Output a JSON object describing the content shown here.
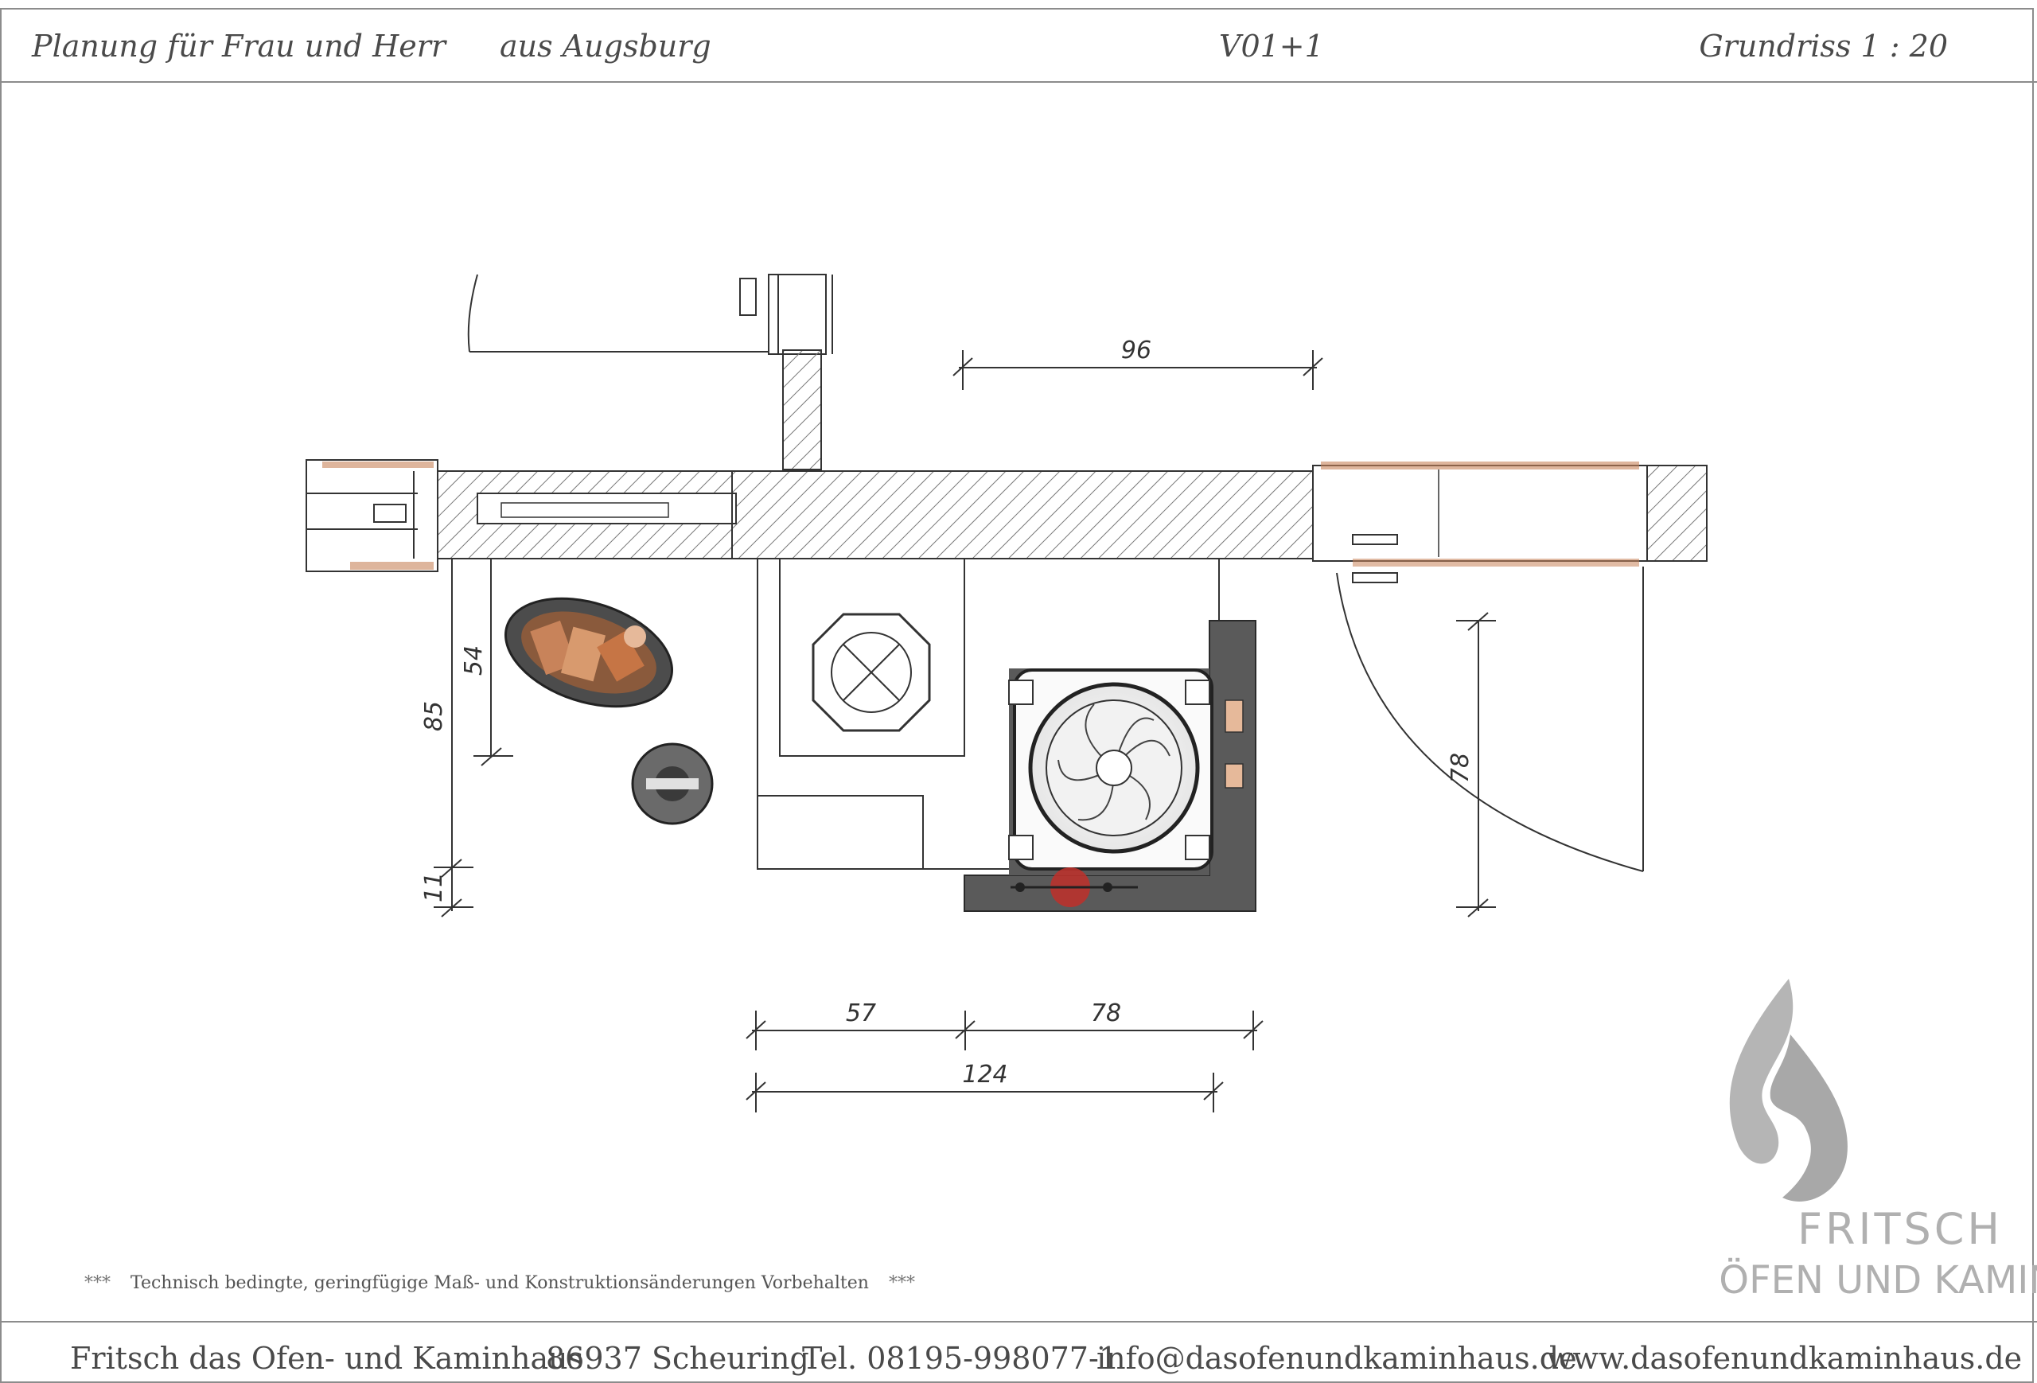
{
  "header": {
    "planung": "Planung für Frau und Herr",
    "ort": "aus Augsburg",
    "version": "V01+1",
    "scale": "Grundriss 1 : 20"
  },
  "dimensions": {
    "top_width": "96",
    "left_outer": "85",
    "left_inner": "54",
    "left_small": "11",
    "right_depth": "78",
    "bottom_left": "57",
    "bottom_right": "78",
    "bottom_total": "124"
  },
  "disclaimer": {
    "stars_left": "***",
    "text": "Technisch bedingte, geringfügige Maß- und Konstruktionsänderungen Vorbehalten",
    "stars_right": "***"
  },
  "logo": {
    "line1": "FRITSCH",
    "line2": "ÖFEN UND KAMINE"
  },
  "footer": {
    "company": "Fritsch das Ofen- und Kaminhaus",
    "city": "86937 Scheuring",
    "phone": "Tel. 08195-998077-1",
    "email": "info@dasofenundkaminhaus.de",
    "web": "www.dasofenundkaminhaus.de"
  },
  "colors": {
    "wood": "#c8835a",
    "stone": "#5a5a5a",
    "accent_red": "#c0302a",
    "line": "#333333"
  }
}
